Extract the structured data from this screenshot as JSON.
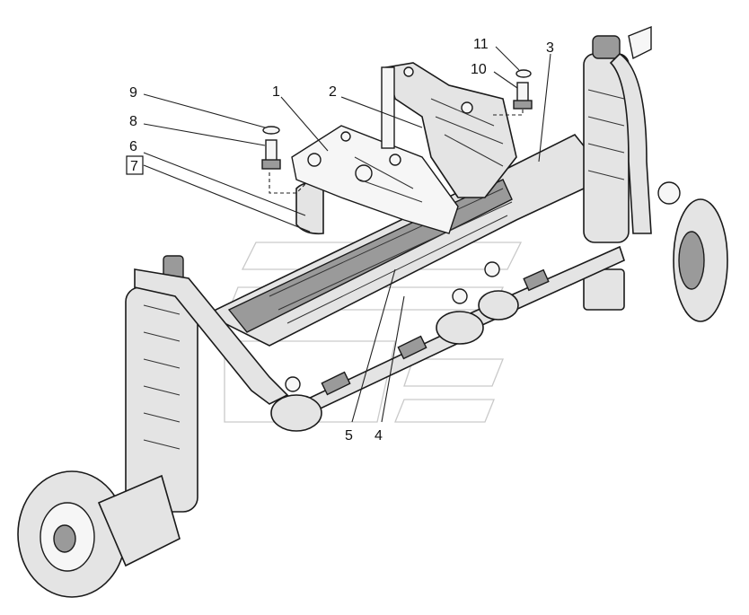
{
  "diagram": {
    "callouts": [
      {
        "id": "1",
        "label": "1"
      },
      {
        "id": "2",
        "label": "2"
      },
      {
        "id": "3",
        "label": "3"
      },
      {
        "id": "4",
        "label": "4"
      },
      {
        "id": "5",
        "label": "5"
      },
      {
        "id": "6",
        "label": "6"
      },
      {
        "id": "7",
        "label": "7",
        "boxed": true
      },
      {
        "id": "8",
        "label": "8"
      },
      {
        "id": "9",
        "label": "9"
      },
      {
        "id": "10",
        "label": "10"
      },
      {
        "id": "11",
        "label": "11"
      }
    ]
  }
}
